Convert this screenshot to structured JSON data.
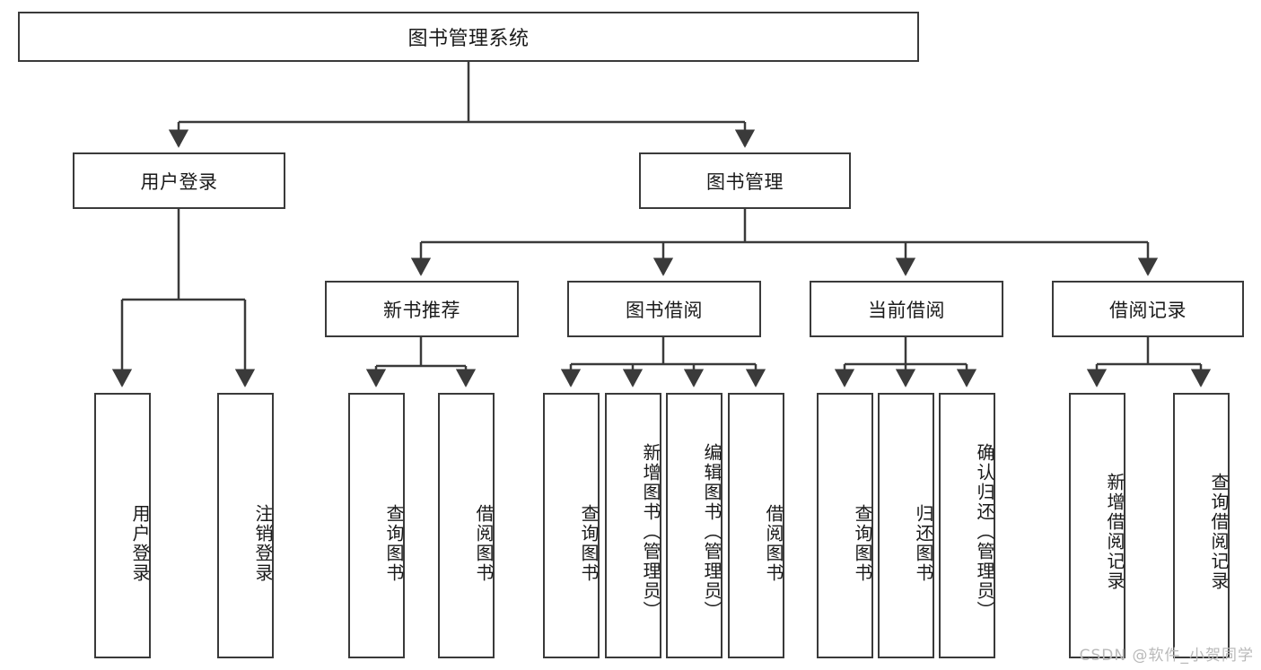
{
  "diagram": {
    "title_node": {
      "label": "图书管理系统"
    },
    "level2": [
      {
        "id": "user-login",
        "label": "用户登录"
      },
      {
        "id": "book-manage",
        "label": "图书管理"
      }
    ],
    "level3": [
      {
        "id": "new-book-recommend",
        "label": "新书推荐"
      },
      {
        "id": "book-borrow",
        "label": "图书借阅"
      },
      {
        "id": "current-borrow",
        "label": "当前借阅"
      },
      {
        "id": "borrow-record",
        "label": "借阅记录"
      }
    ],
    "leaves": {
      "user_login": [
        {
          "id": "leaf-user-login",
          "label": "用户登录"
        },
        {
          "id": "leaf-logout-login",
          "label": "注销登录"
        }
      ],
      "new_book_recommend": [
        {
          "id": "leaf-query-book-1",
          "label": "查询图书"
        },
        {
          "id": "leaf-borrow-book-1",
          "label": "借阅图书"
        }
      ],
      "book_borrow": [
        {
          "id": "leaf-query-book-2",
          "label": "查询图书"
        },
        {
          "id": "leaf-add-book",
          "label": "新增图书（管理员）"
        },
        {
          "id": "leaf-edit-book",
          "label": "编辑图书（管理员）"
        },
        {
          "id": "leaf-borrow-book-2",
          "label": "借阅图书"
        }
      ],
      "current_borrow": [
        {
          "id": "leaf-query-book-3",
          "label": "查询图书"
        },
        {
          "id": "leaf-return-book",
          "label": "归还图书"
        },
        {
          "id": "leaf-confirm-return",
          "label": "确认归还（管理员）"
        }
      ],
      "borrow_record": [
        {
          "id": "leaf-add-record",
          "label": "新增借阅记录"
        },
        {
          "id": "leaf-query-record",
          "label": "查询借阅记录"
        }
      ]
    },
    "watermark": "CSDN @软件_小贺同学",
    "colors": {
      "stroke": "#3a3a3a",
      "fill": "#ffffff",
      "text": "#1a1a1a",
      "watermark": "#b9b9b9"
    }
  }
}
